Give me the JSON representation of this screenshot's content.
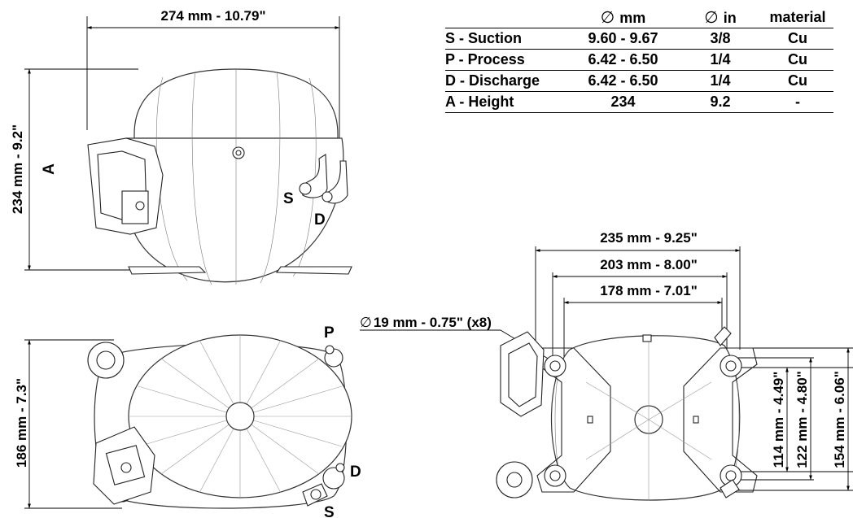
{
  "table": {
    "header": {
      "col_mm": "mm",
      "col_in": "in",
      "col_material": "material",
      "diameter_symbol": "∅"
    },
    "rows": [
      {
        "label": "S - Suction",
        "mm": "9.60 - 9.67",
        "in": "3/8",
        "material": "Cu"
      },
      {
        "label": "P - Process",
        "mm": "6.42 - 6.50",
        "in": "1/4",
        "material": "Cu"
      },
      {
        "label": "D - Discharge",
        "mm": "6.42 - 6.50",
        "in": "1/4",
        "material": "Cu"
      },
      {
        "label": "A - Height",
        "mm": "234",
        "in": "9.2",
        "material": "-"
      }
    ]
  },
  "side_view": {
    "width_dim": "274 mm - 10.79\"",
    "height_dim": "234 mm - 9.2\"",
    "height_label": "A",
    "port_s": "S",
    "port_d": "D"
  },
  "top_view": {
    "depth_dim": "186 mm - 7.3\"",
    "port_p": "P",
    "port_d": "D",
    "port_s": "S"
  },
  "base_view": {
    "dim_235": "235 mm - 9.25\"",
    "dim_203": "203 mm - 8.00\"",
    "dim_178": "178 mm - 7.01\"",
    "hole_dim": "19 mm - 0.75\" (x8)",
    "diameter_symbol": "∅",
    "dim_114": "114 mm - 4.49\"",
    "dim_122": "122 mm - 4.80\"",
    "dim_154": "154 mm - 6.06\""
  }
}
